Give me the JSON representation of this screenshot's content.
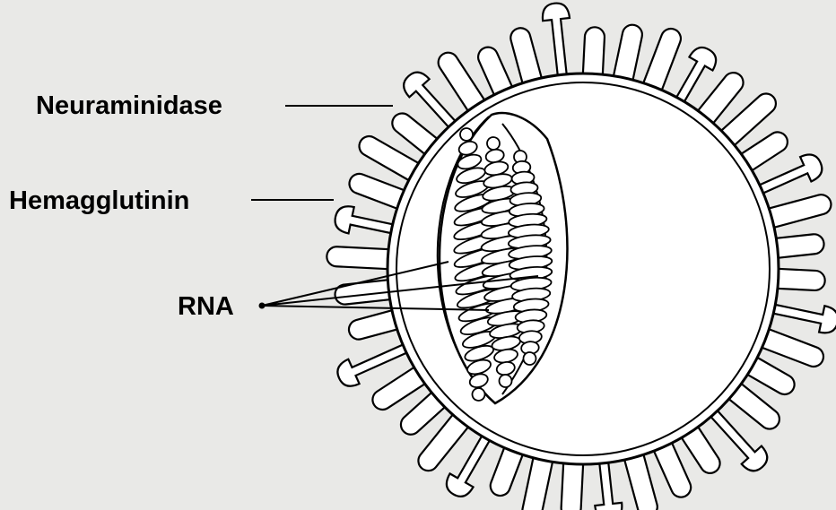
{
  "labels": {
    "neuraminidase": "Neuraminidase",
    "hemagglutinin": "Hemagglutinin",
    "rna": "RNA"
  },
  "colors": {
    "background": "#e9e9e7",
    "ink": "#000000",
    "fill": "#ffffff"
  }
}
